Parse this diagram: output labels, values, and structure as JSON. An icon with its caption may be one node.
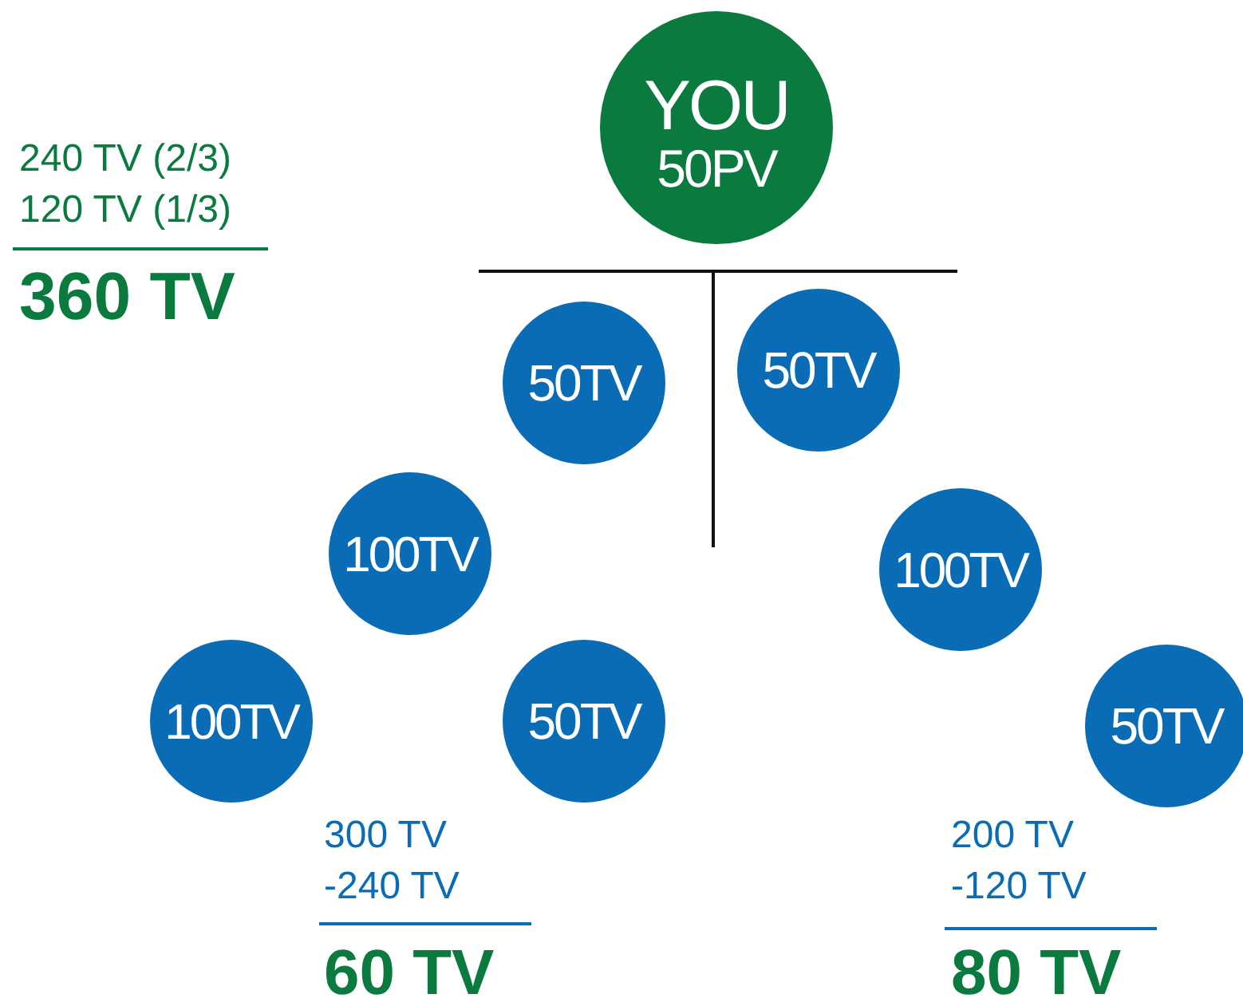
{
  "diagram": {
    "nodes": [
      {
        "text": [
          "YOU",
          "50PV"
        ]
      },
      {
        "text": [
          "50TV"
        ]
      },
      {
        "text": [
          "50TV"
        ]
      },
      {
        "text": [
          "100TV"
        ]
      },
      {
        "text": [
          "100TV"
        ]
      },
      {
        "text": [
          "100TV"
        ]
      },
      {
        "text": [
          "50TV"
        ]
      },
      {
        "text": [
          "50TV"
        ]
      }
    ],
    "edges": [],
    "labels": [
      "240 TV (2/3)",
      "120 TV (1/3)",
      "360 TV",
      "300 TV",
      "-240 TV",
      "60 TV",
      "200 TV",
      "-120 TV",
      "80 TV"
    ]
  }
}
